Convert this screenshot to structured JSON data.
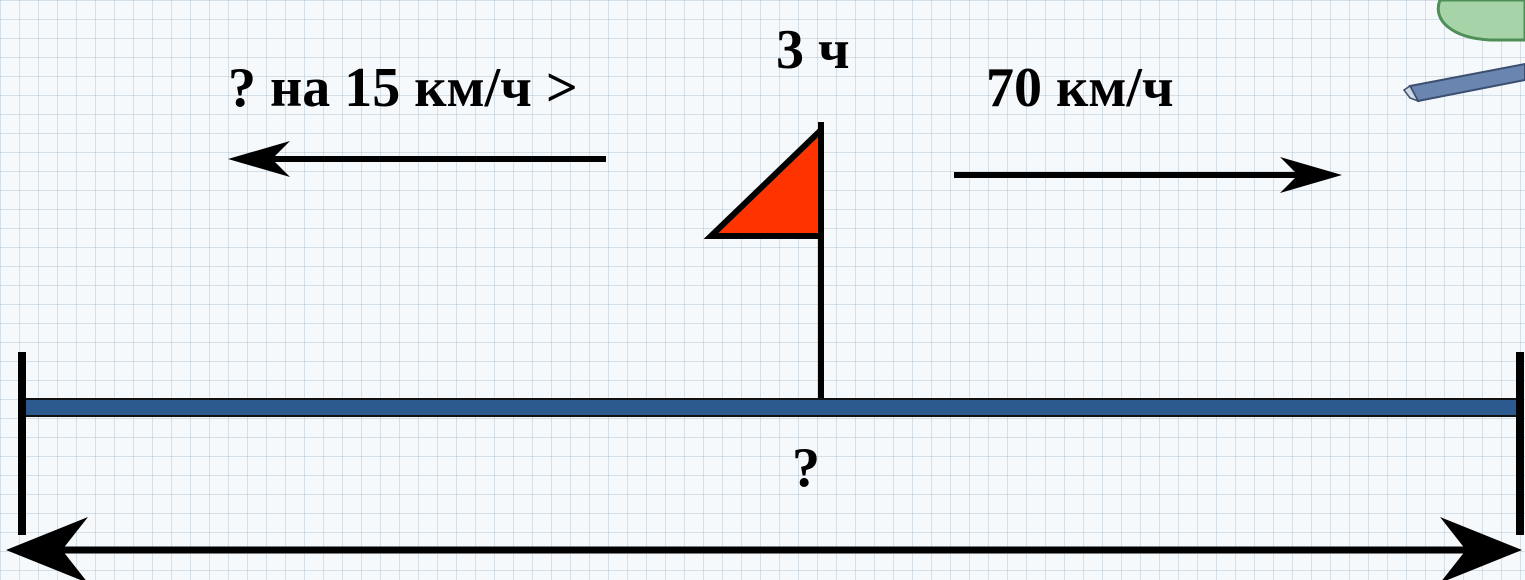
{
  "labels": {
    "left_speed": "? на 15 км/ч >",
    "time": "3 ч",
    "right_speed": "70 км/ч",
    "total_distance": "?"
  },
  "colors": {
    "road": "#2c5a8f",
    "flag": "#ff3300",
    "ink": "#000000",
    "ruler": "#6a86b0"
  },
  "icons": {
    "decoration": "ruler-icon"
  }
}
